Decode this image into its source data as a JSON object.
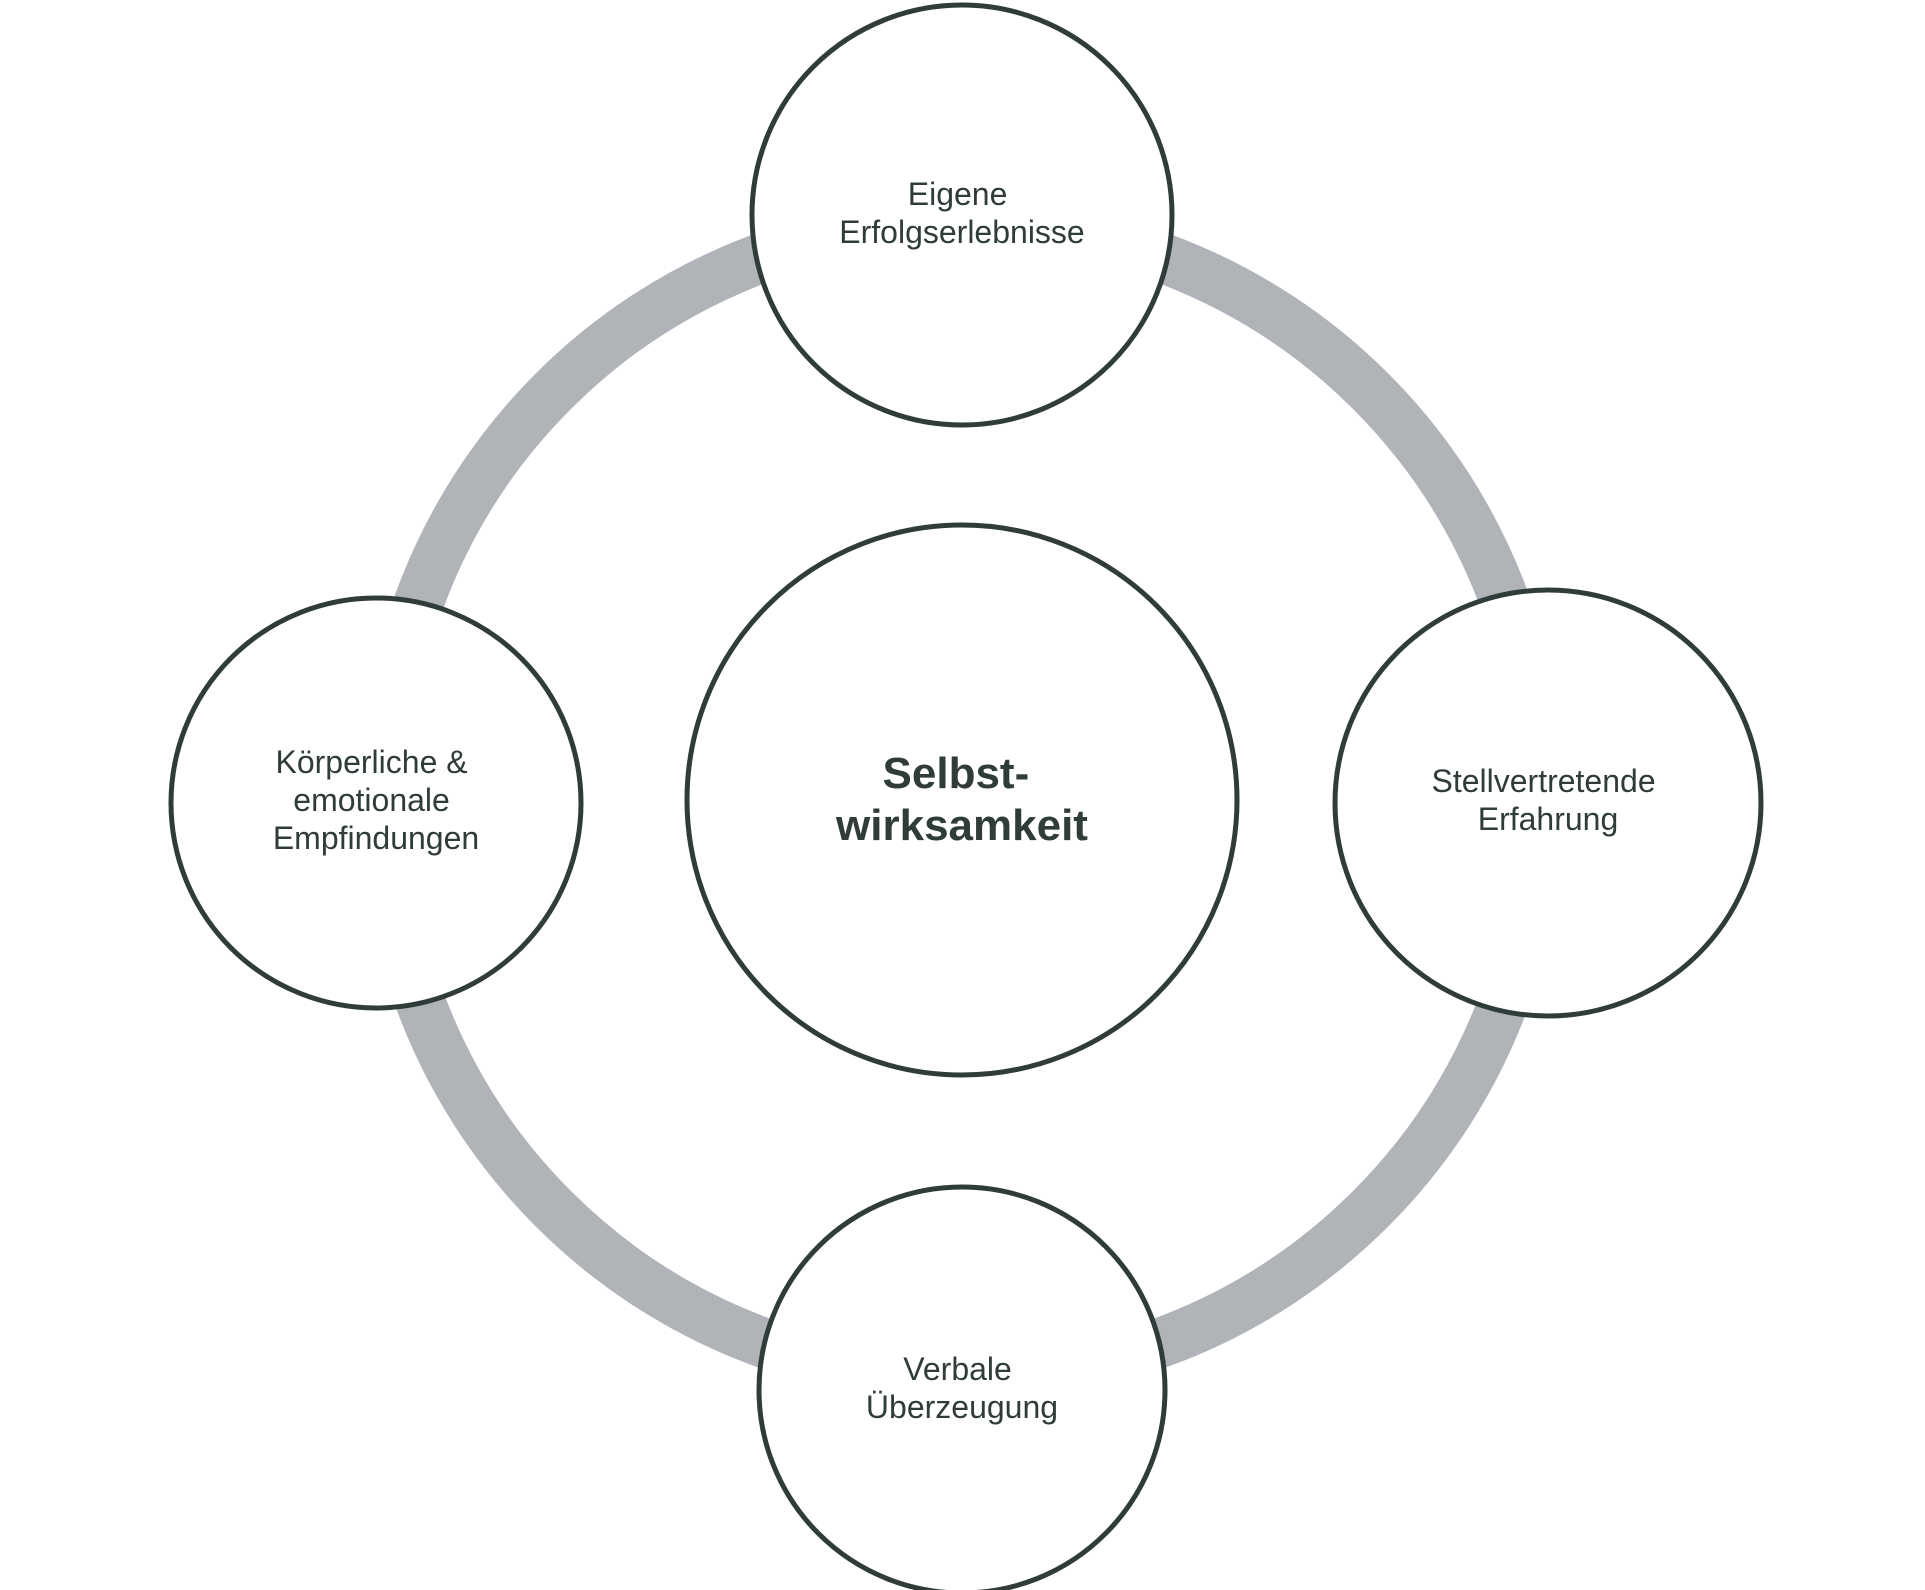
{
  "diagram": {
    "center": {
      "lines": [
        "Selbst-",
        "wirksamkeit"
      ]
    },
    "nodes": [
      {
        "id": "top",
        "lines": [
          "Eigene",
          "Erfolgserlebnisse"
        ]
      },
      {
        "id": "right",
        "lines": [
          "Stellvertretende",
          "Erfahrung"
        ]
      },
      {
        "id": "bottom",
        "lines": [
          "Verbale",
          "Überzeugung"
        ]
      },
      {
        "id": "left",
        "lines": [
          "Körperliche &",
          "emotionale",
          "Empfindungen"
        ]
      }
    ],
    "colors": {
      "ring": "#b0b3b8",
      "circle_stroke": "#2f3c3a",
      "circle_fill": "#ffffff",
      "text": "#2f3c3a"
    }
  }
}
